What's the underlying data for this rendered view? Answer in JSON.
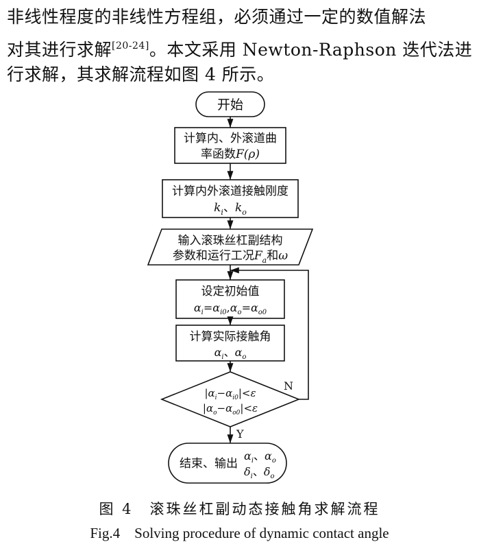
{
  "paragraph": {
    "line1": "非线性程度的非线性方程组，必须通过一定的数值解法",
    "line2_pre": "对其进行求解",
    "line2_cite": "[20-24]",
    "line2_post": "。本文采用 Newton-Raphson 迭代法进",
    "line3": "行求解，其求解流程如图 4 所示。"
  },
  "flowchart": {
    "start": "开始",
    "step1": {
      "line1": "计算内、外滚道曲",
      "line2_pre": "率函数",
      "line2_sym": "F",
      "line2_arg": "(ρ)"
    },
    "step2": {
      "line1": "计算内外滚道接触刚度",
      "k": "k",
      "sub_i": "i",
      "sep": "、",
      "sub_o": "o"
    },
    "input": {
      "line1": "输入滚珠丝杠副结构",
      "line2_pre": "参数和运行工况",
      "F": "F",
      "sub_a": "a",
      "and": "和",
      "omega": "ω"
    },
    "init": {
      "line1": "设定初始值",
      "a": "α",
      "sub_i": "i",
      "sub_i0": "i0",
      "sub_o": "o",
      "sub_o0": "o0",
      "eq": "=",
      "comma": ","
    },
    "compute": {
      "line1": "计算实际接触角",
      "a": "α",
      "sub_i": "i",
      "sep": "、",
      "sub_o": "o"
    },
    "decision": {
      "bar": "|",
      "minus": "−",
      "lt": "<",
      "eps": "ε",
      "a": "α",
      "sub_i": "i",
      "sub_i0": "i0",
      "sub_o": "o",
      "sub_o0": "o0"
    },
    "no_label": "N",
    "yes_label": "Y",
    "end": {
      "label": "结束、输出",
      "a": "α",
      "d": "δ",
      "sub_i": "i",
      "sub_o": "o",
      "sep": "、"
    }
  },
  "caption": {
    "cn": "图 4　滚珠丝杠副动态接触角求解流程",
    "en": "Fig.4　Solving procedure of dynamic contact angle"
  }
}
